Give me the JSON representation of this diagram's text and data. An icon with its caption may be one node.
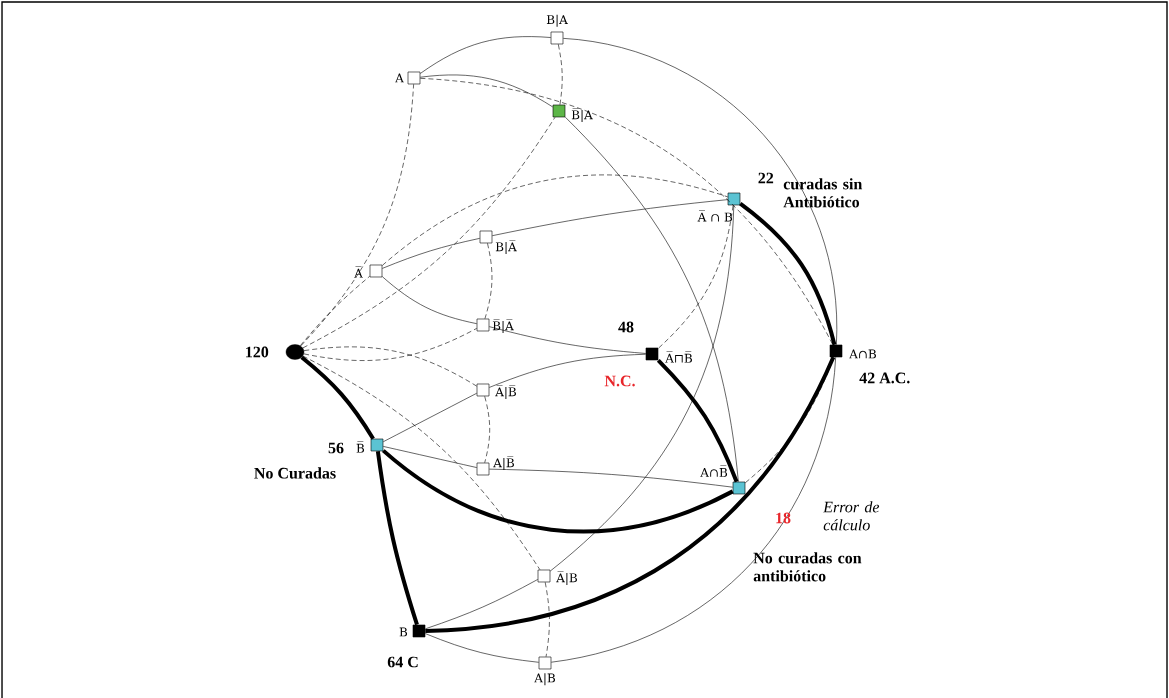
{
  "diagram": {
    "nodes": [
      {
        "text": [],
        "shape": "circle",
        "beside": [
          "120"
        ]
      },
      {
        "text": [
          "A"
        ]
      },
      {
        "text": [
          "B|A"
        ]
      },
      {
        "text": [
          "B̅|A"
        ]
      },
      {
        "text": [
          "A̅"
        ]
      },
      {
        "text": [
          "B|A̅"
        ]
      },
      {
        "text": [
          "B̅|A̅"
        ]
      },
      {
        "text": [
          "A̅ ∩ B"
        ],
        "beside": [
          "22",
          "curadas sin Antibiótico"
        ]
      },
      {
        "text": [
          "A̅⊓B̅"
        ],
        "beside": [
          "48",
          "N.C."
        ]
      },
      {
        "text": [
          "A∩B"
        ],
        "beside": [
          "42 A.C."
        ]
      },
      {
        "text": [
          "A̅|B̅"
        ]
      },
      {
        "text": [
          "B̅"
        ],
        "beside": [
          "56",
          "No Curadas"
        ]
      },
      {
        "text": [
          "A|B̅"
        ]
      },
      {
        "text": [
          "A∩B̅"
        ]
      },
      {
        "text": [
          "A̅|B"
        ]
      },
      {
        "text": [
          "B"
        ],
        "beside": [
          "64 C"
        ]
      },
      {
        "text": [
          "A|B"
        ]
      }
    ],
    "edges": [
      {
        "from": 1,
        "to": 2,
        "arrow": "none"
      },
      {
        "from": 2,
        "to": 9,
        "arrow": "none"
      },
      {
        "from": 1,
        "to": 3,
        "arrow": "none"
      },
      {
        "from": 3,
        "to": 13,
        "arrow": "none"
      },
      {
        "from": 4,
        "to": 5,
        "arrow": "none"
      },
      {
        "from": 5,
        "to": 7,
        "arrow": "none"
      },
      {
        "from": 4,
        "to": 6,
        "arrow": "none"
      },
      {
        "from": 6,
        "to": 8,
        "arrow": "none"
      },
      {
        "from": 11,
        "to": 10,
        "arrow": "none"
      },
      {
        "from": 10,
        "to": 8,
        "arrow": "none"
      },
      {
        "from": 11,
        "to": 12,
        "arrow": "none"
      },
      {
        "from": 12,
        "to": 13,
        "arrow": "none"
      },
      {
        "from": 15,
        "to": 14,
        "arrow": "none"
      },
      {
        "from": 14,
        "to": 7,
        "arrow": "none"
      },
      {
        "from": 15,
        "to": 16,
        "arrow": "none"
      },
      {
        "from": 16,
        "to": 9,
        "arrow": "none"
      },
      {
        "from": 0,
        "to": 1,
        "arrow": "none",
        "style": "dashed"
      },
      {
        "from": 0,
        "to": 4,
        "arrow": "none",
        "style": "dashed"
      },
      {
        "from": 0,
        "to": 3,
        "arrow": "none",
        "style": "dashed"
      },
      {
        "from": 0,
        "to": 6,
        "arrow": "none",
        "style": "dashed"
      },
      {
        "from": 0,
        "to": 10,
        "arrow": "none",
        "style": "dashed"
      },
      {
        "from": 0,
        "to": 14,
        "arrow": "none",
        "style": "dashed"
      },
      {
        "from": 2,
        "to": 3,
        "arrow": "none",
        "style": "dashed"
      },
      {
        "from": 5,
        "to": 6,
        "arrow": "none",
        "style": "dashed"
      },
      {
        "from": 10,
        "to": 12,
        "arrow": "none",
        "style": "dashed"
      },
      {
        "from": 14,
        "to": 16,
        "arrow": "none",
        "style": "dashed"
      },
      {
        "from": 1,
        "to": 9,
        "arrow": "none",
        "style": "dashed"
      },
      {
        "from": 4,
        "to": 7,
        "arrow": "none",
        "style": "dashed"
      },
      {
        "from": 7,
        "to": 8,
        "arrow": "none",
        "style": "dashed"
      },
      {
        "from": 13,
        "to": 9,
        "arrow": "none",
        "style": "dashed"
      },
      {
        "from": 0,
        "to": 11,
        "arrow": "none",
        "style": "thick"
      },
      {
        "from": 11,
        "to": 15,
        "arrow": "none",
        "style": "thick"
      },
      {
        "from": 11,
        "to": 13,
        "arrow": "none",
        "style": "thick"
      },
      {
        "from": 15,
        "to": 9,
        "arrow": "none",
        "style": "thick"
      },
      {
        "from": 7,
        "to": 9,
        "arrow": "none",
        "style": "thick"
      },
      {
        "from": 8,
        "to": 13,
        "arrow": "none",
        "style": "thick"
      }
    ],
    "labels": [
      "18",
      "Error de cálculo",
      "No curadas con antibiótico"
    ]
  }
}
